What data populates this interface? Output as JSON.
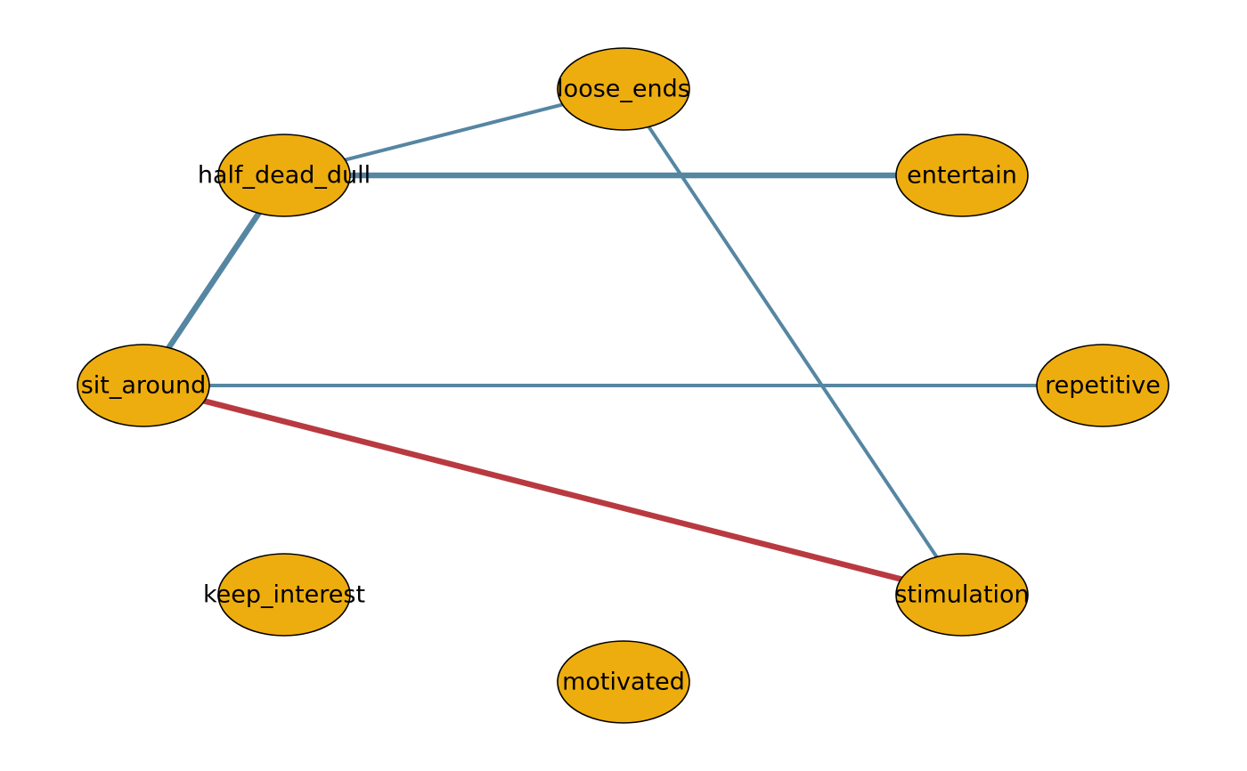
{
  "diagram": {
    "type": "network graph",
    "colors": {
      "node_fill": "#EEAD0E",
      "node_border": "#000000",
      "positive_edge": "#5586A2",
      "negative_edge": "#B83A40"
    },
    "nodes": [
      {
        "id": "loose_ends",
        "label": "loose_ends"
      },
      {
        "id": "half_dead_dull",
        "label": "half_dead_dull"
      },
      {
        "id": "entertain",
        "label": "entertain"
      },
      {
        "id": "sit_around",
        "label": "sit_around"
      },
      {
        "id": "repetitive",
        "label": "repetitive"
      },
      {
        "id": "keep_interest",
        "label": "keep_interest"
      },
      {
        "id": "stimulation",
        "label": "stimulation"
      },
      {
        "id": "motivated",
        "label": "motivated"
      }
    ],
    "edges": [
      {
        "from": "loose_ends",
        "to": "half_dead_dull",
        "sign": "positive",
        "strength": 1
      },
      {
        "from": "loose_ends",
        "to": "stimulation",
        "sign": "positive",
        "strength": 1
      },
      {
        "from": "half_dead_dull",
        "to": "entertain",
        "sign": "positive",
        "strength": 2
      },
      {
        "from": "half_dead_dull",
        "to": "sit_around",
        "sign": "positive",
        "strength": 2
      },
      {
        "from": "sit_around",
        "to": "repetitive",
        "sign": "positive",
        "strength": 1
      },
      {
        "from": "sit_around",
        "to": "stimulation",
        "sign": "negative",
        "strength": 2
      }
    ]
  }
}
